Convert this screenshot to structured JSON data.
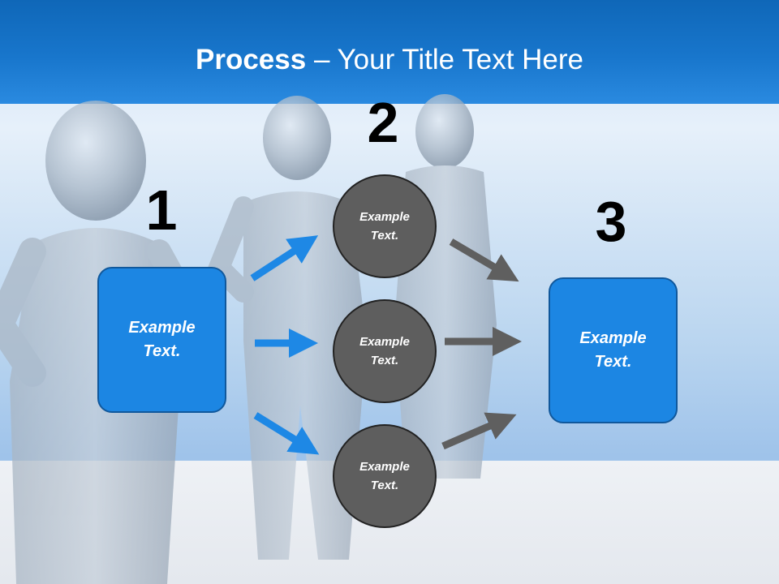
{
  "title": {
    "bold": "Process",
    "rest": " – Your Title Text Here"
  },
  "steps": {
    "one": {
      "number": "1",
      "text": "Example\nText."
    },
    "two": {
      "number": "2",
      "circles": [
        {
          "text": "Example\nText."
        },
        {
          "text": "Example\nText."
        },
        {
          "text": "Example\nText."
        }
      ]
    },
    "three": {
      "number": "3",
      "text": "Example\nText."
    }
  },
  "colors": {
    "header": "#1876cc",
    "box_fill": "#1c86e3",
    "box_border": "#10589c",
    "circle_fill": "#5e5e5e",
    "blue_arrow": "#1e88e5",
    "gray_arrow": "#5f5f5f"
  }
}
